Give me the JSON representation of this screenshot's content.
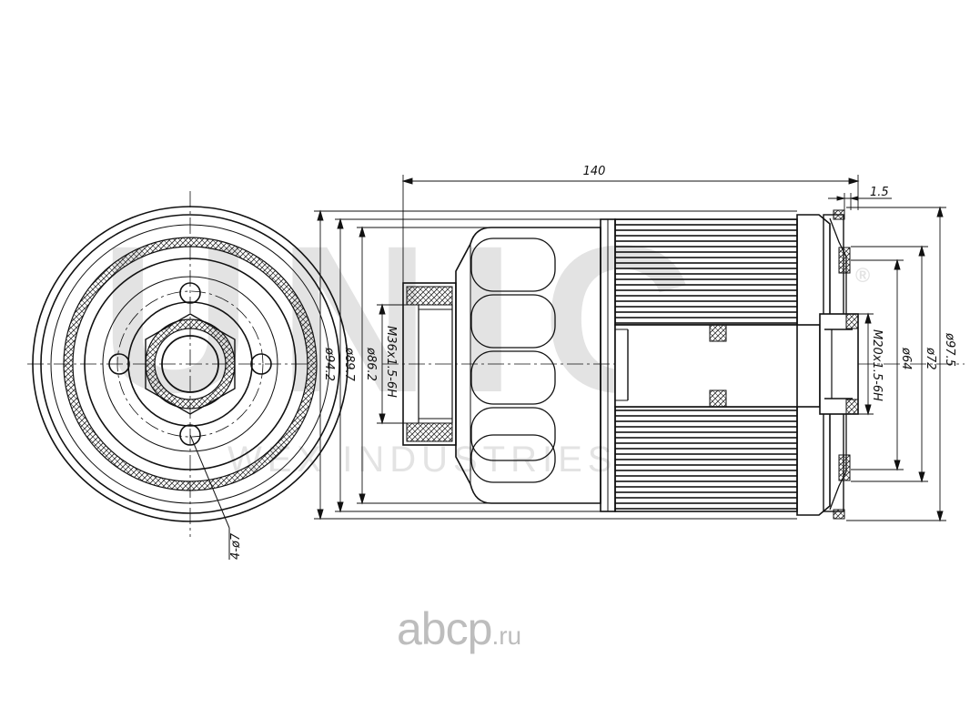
{
  "watermark": {
    "brand": "UNIC",
    "registered": "®",
    "tagline": "WEX INDUSTRIES"
  },
  "dimensions": {
    "length": "140",
    "flange_gap": "1.5",
    "dia_outer": "ø97.5",
    "dia_72": "ø72",
    "dia_64": "ø64",
    "thread_small": "M20x1.5-6H",
    "dia_94": "ø94.2",
    "dia_89": "ø89.7",
    "dia_86": "ø86.2",
    "thread_large": "M36x1.5-6H",
    "holes": "4-ø7"
  },
  "site_logo": {
    "name": "abcp",
    "tld": ".ru"
  },
  "colors": {
    "line": "#111111",
    "watermark": "#e3e3e3",
    "logo": "#bdbdbd"
  }
}
